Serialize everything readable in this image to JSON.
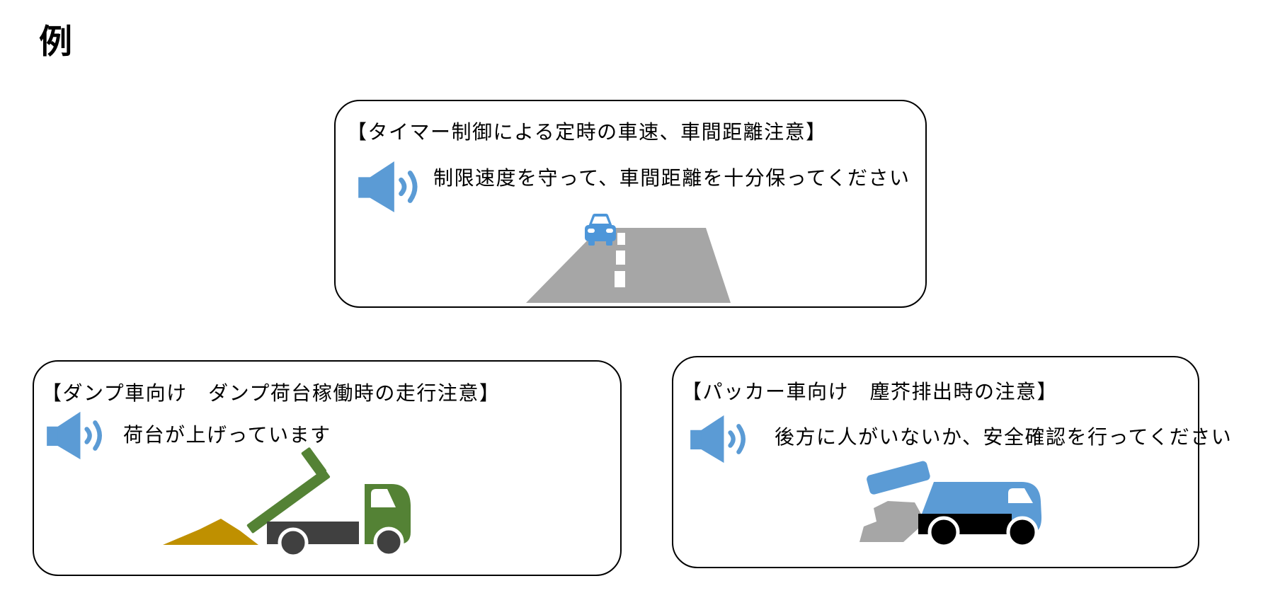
{
  "heading": "例",
  "colors": {
    "speaker_blue": "#5B9BD5",
    "car_blue": "#4D96D9",
    "road_gray": "#A6A6A6",
    "truck_green": "#548235",
    "dark_gray": "#404040",
    "dirt_gold": "#BF9000",
    "packer_blue": "#5B9BD5",
    "trash_gray": "#A6A6A6",
    "black": "#000000"
  },
  "cards": [
    {
      "title": "【タイマー制御による定時の車速、車間距離注意】",
      "message": "制限速度を守って、車間距離を十分保ってください",
      "icon": "speaker-icon",
      "illustration": "car-on-road"
    },
    {
      "title": "【ダンプ車向け　ダンプ荷台稼働時の走行注意】",
      "message": "荷台が上げっています",
      "icon": "speaker-icon",
      "illustration": "dump-truck"
    },
    {
      "title": "【パッカー車向け　塵芥排出時の注意】",
      "message": "後方に人がいないか、安全確認を行ってください",
      "icon": "speaker-icon",
      "illustration": "packer-truck"
    }
  ]
}
